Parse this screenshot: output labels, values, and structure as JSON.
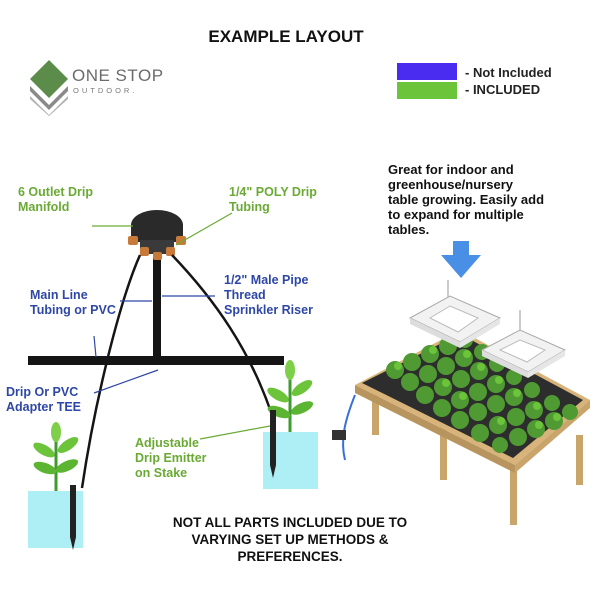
{
  "title": "EXAMPLE LAYOUT",
  "logo": {
    "line1": "ONE STOP",
    "line2": "OUTDOOR."
  },
  "legend": [
    {
      "color": "#4a2cf0",
      "label": "- Not Included"
    },
    {
      "color": "#6cc43a",
      "label": "- INCLUDED"
    }
  ],
  "labels": {
    "manifold": [
      "6 Outlet Drip",
      "Manifold"
    ],
    "poly_tubing": [
      "1/4\" POLY Drip",
      "Tubing"
    ],
    "main_line": [
      "Main Line",
      "Tubing or PVC"
    ],
    "riser": [
      "1/2\" Male Pipe",
      "Thread",
      "Sprinkler Riser"
    ],
    "tee": [
      "Drip Or PVC",
      "Adapter TEE"
    ],
    "emitter": [
      "Adjustable",
      "Drip Emitter",
      "on Stake"
    ]
  },
  "greenhouse_note": [
    "Great for indoor and",
    "greenhouse/nursery",
    "table growing. Easily add",
    "to expand for multiple",
    "tables."
  ],
  "bottom_note": [
    "NOT ALL PARTS INCLUDED DUE TO",
    "VARYING SET UP METHODS &",
    "PREFERENCES."
  ],
  "colors": {
    "included_text": "#6aaa34",
    "not_included_text": "#2e47a6",
    "pot_water": "#aeeef5",
    "arrow": "#4a8fe6"
  }
}
